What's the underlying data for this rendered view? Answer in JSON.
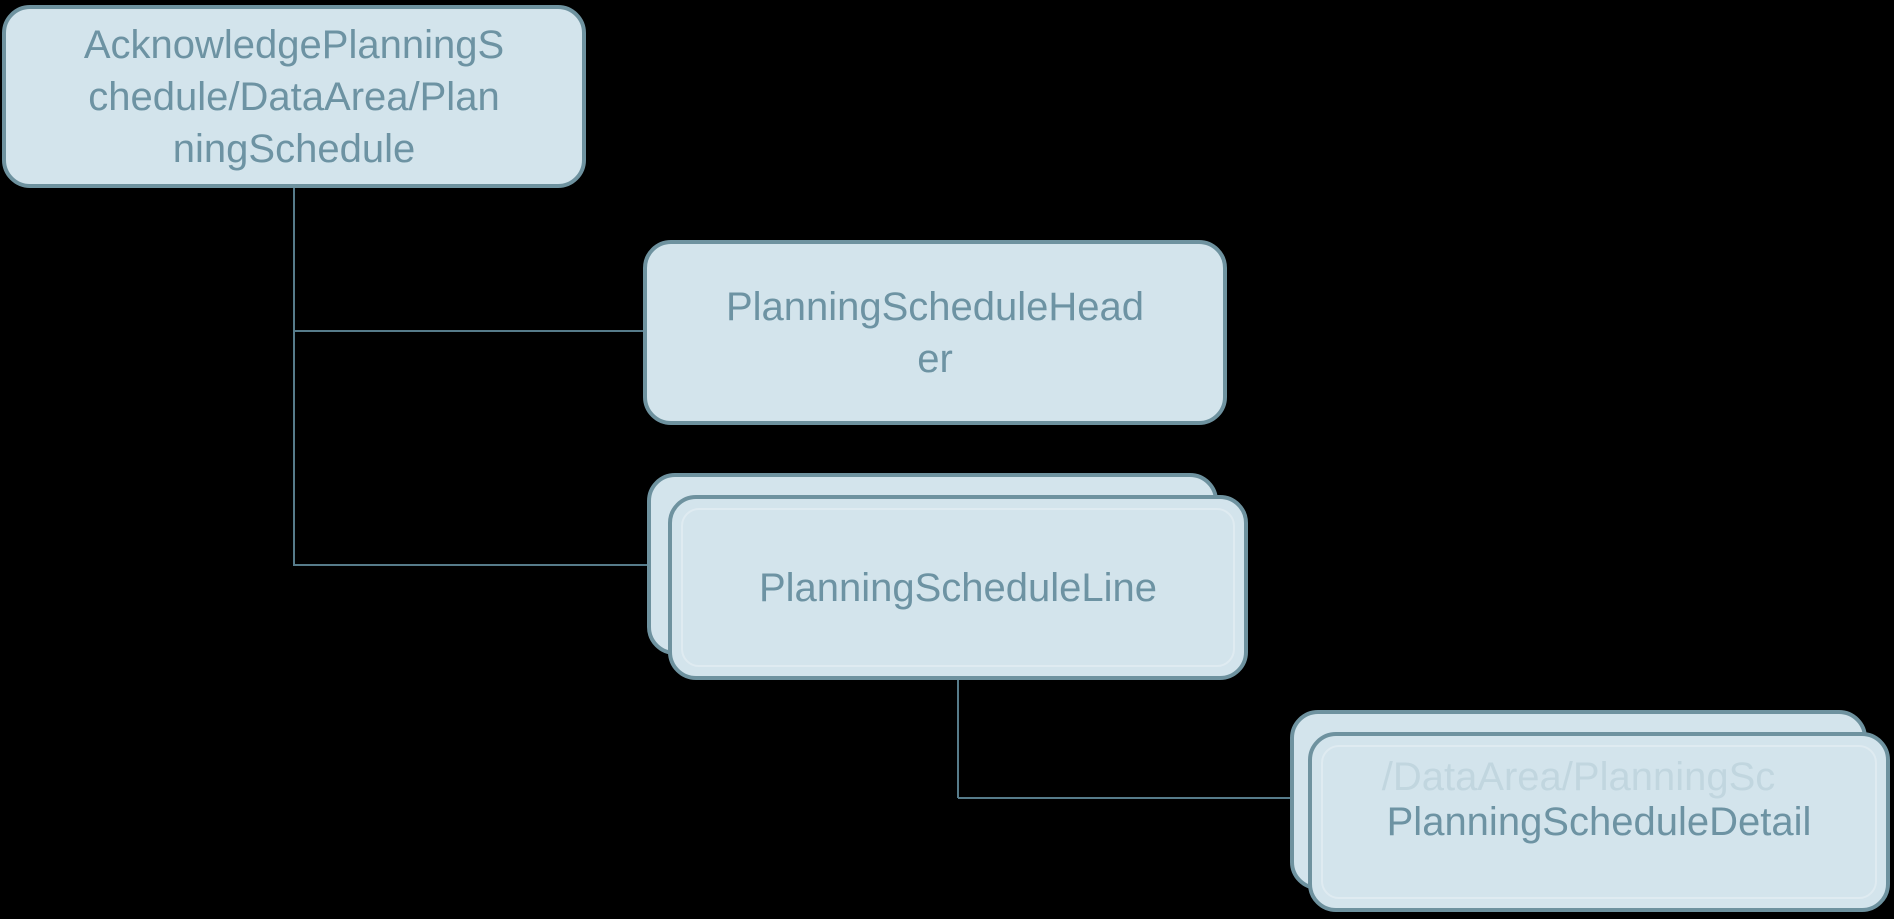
{
  "colors": {
    "background": "#000000",
    "node_fill": "#d3e4ec",
    "node_border": "#6e929f",
    "node_text": "#6d93a3",
    "connector": "#567b8a"
  },
  "nodes": {
    "root": {
      "label": "AcknowledgePlanningS\nchedule/DataArea/Plan\nningSchedule"
    },
    "header": {
      "label": "PlanningScheduleHead\ner"
    },
    "line": {
      "label": "PlanningScheduleLine",
      "stacked": true
    },
    "detail": {
      "label": "PlanningScheduleDetail",
      "stacked": true,
      "ghost_text": "/DataArea/PlanningSc"
    }
  }
}
